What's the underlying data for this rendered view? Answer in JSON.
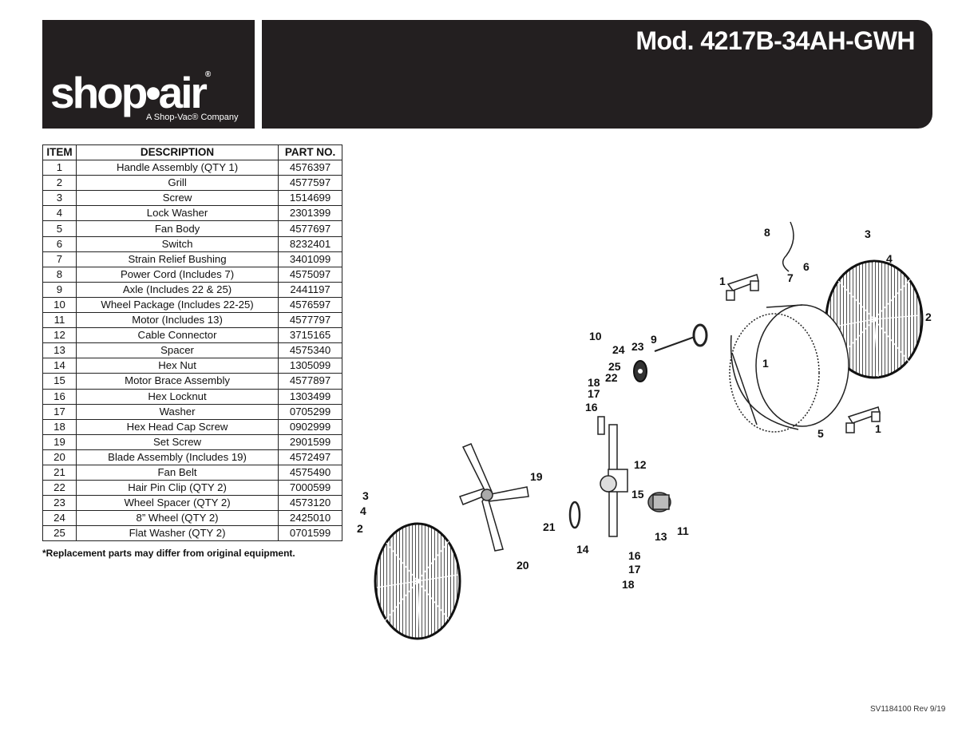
{
  "header": {
    "brand": "shop•air",
    "tagline": "A Shop-Vac® Company",
    "model": "Mod. 4217B-34AH-GWH"
  },
  "table": {
    "headers": [
      "ITEM",
      "DESCRIPTION",
      "PART NO."
    ],
    "rows": [
      [
        "1",
        "Handle Assembly (QTY 1)",
        "4576397"
      ],
      [
        "2",
        "Grill",
        "4577597"
      ],
      [
        "3",
        "Screw",
        "1514699"
      ],
      [
        "4",
        "Lock Washer",
        "2301399"
      ],
      [
        "5",
        "Fan Body",
        "4577697"
      ],
      [
        "6",
        "Switch",
        "8232401"
      ],
      [
        "7",
        "Strain Relief Bushing",
        "3401099"
      ],
      [
        "8",
        "Power Cord (Includes 7)",
        "4575097"
      ],
      [
        "9",
        "Axle (Includes 22 & 25)",
        "2441197"
      ],
      [
        "10",
        "Wheel Package (Includes 22-25)",
        "4576597"
      ],
      [
        "11",
        "Motor (Includes 13)",
        "4577797"
      ],
      [
        "12",
        "Cable Connector",
        "3715165"
      ],
      [
        "13",
        "Spacer",
        "4575340"
      ],
      [
        "14",
        "Hex Nut",
        "1305099"
      ],
      [
        "15",
        "Motor Brace Assembly",
        "4577897"
      ],
      [
        "16",
        "Hex Locknut",
        "1303499"
      ],
      [
        "17",
        "Washer",
        "0705299"
      ],
      [
        "18",
        "Hex Head Cap Screw",
        "0902999"
      ],
      [
        "19",
        "Set Screw",
        "2901599"
      ],
      [
        "20",
        "Blade Assembly (Includes 19)",
        "4572497"
      ],
      [
        "21",
        "Fan Belt",
        "4575490"
      ],
      [
        "22",
        "Hair Pin Clip (QTY 2)",
        "7000599"
      ],
      [
        "23",
        "Wheel Spacer (QTY 2)",
        "4573120"
      ],
      [
        "24",
        "8” Wheel (QTY 2)",
        "2425010"
      ],
      [
        "25",
        "Flat Washer (QTY 2)",
        "0701599"
      ]
    ]
  },
  "footnote": "*Replacement parts may differ from original equipment.",
  "revision": "SV1184100 Rev 9/19",
  "diagram": {
    "callouts": [
      "8",
      "3",
      "4",
      "6",
      "7",
      "1",
      "2",
      "10",
      "9",
      "24",
      "23",
      "25",
      "22",
      "18",
      "17",
      "16",
      "1",
      "1",
      "5",
      "12",
      "15",
      "19",
      "3",
      "4",
      "2",
      "21",
      "14",
      "13",
      "11",
      "16",
      "17",
      "18",
      "20"
    ]
  }
}
